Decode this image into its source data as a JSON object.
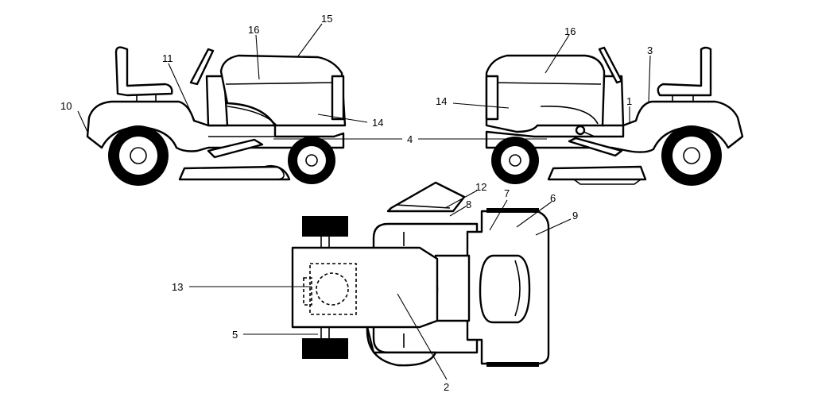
{
  "callouts": {
    "c1": "1",
    "c2": "2",
    "c3": "3",
    "c4": "4",
    "c5": "5",
    "c6": "6",
    "c7": "7",
    "c8": "8",
    "c9": "9",
    "c10": "10",
    "c11": "11",
    "c12": "12",
    "c13": "13",
    "c14_left": "14",
    "c14_right": "14",
    "c15": "15",
    "c16_left": "16",
    "c16_right": "16"
  }
}
